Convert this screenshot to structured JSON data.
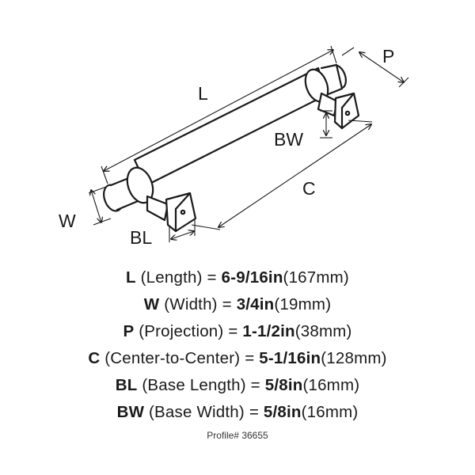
{
  "diagram": {
    "labels": {
      "length": "L",
      "width": "W",
      "projection": "P",
      "center": "C",
      "base_length": "BL",
      "base_width": "BW"
    }
  },
  "specs": [
    {
      "abbr": "L",
      "name": "(Length)",
      "eq": " = ",
      "imperial": "6-9/16in",
      "metric": "(167mm)"
    },
    {
      "abbr": "W",
      "name": "(Width)",
      "eq": " = ",
      "imperial": "3/4in",
      "metric": "(19mm)"
    },
    {
      "abbr": "P",
      "name": "(Projection)",
      "eq": " = ",
      "imperial": "1-1/2in",
      "metric": "(38mm)"
    },
    {
      "abbr": "C",
      "name": "(Center-to-Center)",
      "eq": " = ",
      "imperial": "5-1/16in",
      "metric": "(128mm)"
    },
    {
      "abbr": "BL",
      "name": "(Base Length)",
      "eq": " = ",
      "imperial": "5/8in",
      "metric": "(16mm)"
    },
    {
      "abbr": "BW",
      "name": "(Base Width)",
      "eq": " = ",
      "imperial": "5/8in",
      "metric": "(16mm)"
    }
  ],
  "profile": "Profile# 36655"
}
